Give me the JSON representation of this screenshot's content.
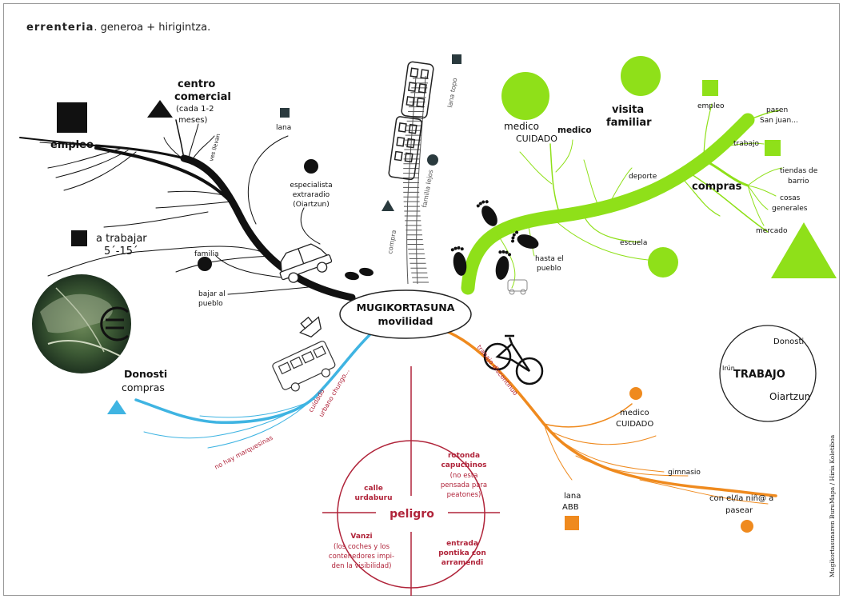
{
  "title": {
    "brand": "errenteria",
    "rest": ". generoa + hirigintza."
  },
  "center": {
    "line1": "MUGIKORTASUNA",
    "line2": "movilidad"
  },
  "credit": "Mugikortasunaren BuruMapa / Hiria Koletiboa",
  "black_branch": {
    "empleo": "empleo",
    "centro": "centro",
    "comercial": "comercial",
    "cada": "(cada 1-2",
    "meses": "meses)",
    "ves_llevan": "ves llevan",
    "lana": "lana",
    "especialista1": "especialista",
    "especialista2": "extraradio",
    "especialista3": "(Oiartzun)",
    "a_trabajar": "a trabajar",
    "time": "5´-15´",
    "familia": "familia",
    "bajar1": "bajar al",
    "bajar2": "pueblo"
  },
  "train": {
    "lana_topo": "lana topo",
    "familia_lejos": "familia lejos",
    "compra": "compra"
  },
  "green_branch": {
    "medico": "medico",
    "cuidado": "CUIDADO",
    "medico2": "medico",
    "visita": "visita",
    "familiar": "familiar",
    "empleo": "empleo",
    "pasen1": "pasen",
    "pasen2": "San juan...",
    "trabajo": "trabajo",
    "deporte": "deporte",
    "compras": "compras",
    "tiendas1": "tiendas de",
    "tiendas2": "barrio",
    "cosas1": "cosas",
    "cosas2": "generales",
    "mercado": "mercado",
    "escuela": "escuela",
    "hasta1": "hasta el",
    "hasta2": "pueblo"
  },
  "blue_branch": {
    "donosti": "Donosti",
    "compras": "compras",
    "no_hay": "no hay marquesinas",
    "cuidado1": "cuidado",
    "cuidado2": "urbano chungo..."
  },
  "orange_branch": {
    "trabajo_discontinuo": "trabajo discontinuo",
    "medico": "medico",
    "cuidado": "CUIDADO",
    "gimnasio": "gimnasio",
    "con1": "con el/la niñ@ a",
    "con2": "pasear",
    "lana": "lana",
    "abb": "ABB"
  },
  "trabajo_circle": {
    "title": "TRABAJO",
    "donosti": "Donosti",
    "irun": "Irún",
    "oiartzun": "Oiartzun"
  },
  "peligro": {
    "title": "peligro",
    "calle1": "calle",
    "calle2": "urdaburu",
    "rotonda1": "rotonda",
    "rotonda2": "capuchinos",
    "rotonda3": "(no esta",
    "rotonda4": "pensada para",
    "rotonda5": "peatones)",
    "vanzi1": "Vanzi",
    "vanzi2": "(los coches y los",
    "vanzi3": "contenedores impi-",
    "vanzi4": "den la visibilidad)",
    "entrada1": "entrada",
    "entrada2": "pontika con",
    "entrada3": "arramendi"
  },
  "colors": {
    "black": "#111111",
    "green": "#8fe019",
    "blue": "#3fb4e2",
    "orange": "#ef8a1e",
    "red": "#b0243a",
    "dark": "#2a3a3e"
  },
  "icons": [
    "euro-icon",
    "train-icon",
    "car-icon",
    "bus-icon",
    "bicycle-icon",
    "footprints-icon",
    "boat-icon"
  ]
}
